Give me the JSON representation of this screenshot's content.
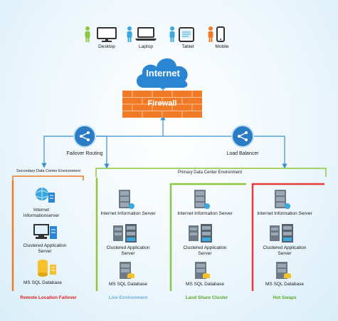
{
  "devices": {
    "desktop": "Desktop",
    "laptop": "Laptop",
    "tablet": "Tablet",
    "mobile": "Mobile"
  },
  "cloud_label": "Internet",
  "firewall_label": "Firewall",
  "failover_label": "Failover Routing",
  "load_balancer_label": "Load Balancer",
  "secondary_env": {
    "title": "Secondary Data Center Environment",
    "items": [
      "Internet Informationserver",
      "Clustered Application Server",
      "MS SQL Database"
    ],
    "footer": "Remote Location Failover"
  },
  "primary_env": {
    "title": "Primary Data Center Environment",
    "columns": [
      {
        "items": [
          "Internet Information Server",
          "Clustered Application Server",
          "MS SQL Database"
        ],
        "footer": "Live Environment"
      },
      {
        "items": [
          "Internet Information Server",
          "Clustered Application Server",
          "MS SQL Database"
        ],
        "footer": "Laod Share Cluster"
      },
      {
        "items": [
          "Internet Information Server",
          "Clustered Application Server",
          "MS SQL Database"
        ],
        "footer": "Hot Swaps"
      }
    ]
  },
  "colors": {
    "connector": "#3a8fd0",
    "hub": "#2a7cc4",
    "cloud": "#2a86d2",
    "firewall": "#f07a25",
    "secondary": "#f07a25",
    "live": "#8dc63f",
    "loadshare": "#8dc63f",
    "hotswap": "#e63b3b",
    "footer_remote": "#e02020",
    "footer_live": "#6ab0d8",
    "footer_cluster": "#5aa82a",
    "footer_hot": "#5aa82a"
  }
}
